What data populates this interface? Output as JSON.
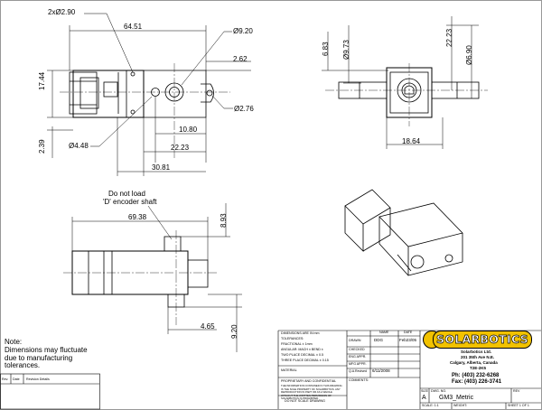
{
  "dimensions": {
    "holes": "2xØ2.90",
    "length_top": "64.51",
    "boss_dia": "Ø9.20",
    "height_left": "17.44",
    "offset_262": "2.62",
    "hole_276": "Ø2.76",
    "dim_1080": "10.80",
    "dim_239": "2.39",
    "shaft_dia": "Ø4.48",
    "dim_2223_top": "22.23",
    "dim_3081": "30.81",
    "dim_683": "6.83",
    "dim_973": "Ø9.73",
    "dim_2223_side": "22.23",
    "dim_690": "Ø6.90",
    "dim_1864": "18.64",
    "dim_6938": "69.38",
    "dim_893": "8.93",
    "dim_465": "4.65",
    "dim_920": "9.20",
    "shaft_note_1": "Do not load",
    "shaft_note_2": "'D' encoder shaft"
  },
  "note": {
    "label": "Note:",
    "text": "Dimensions may fluctuate due to manufacturing tolerances."
  },
  "revision": {
    "rev": "Rev.",
    "date": "Date",
    "details": "Revision Details"
  },
  "title_block": {
    "tolerances_1": "DIMENSIONS ARE IN mm",
    "tolerances_2": "TOLERANCES:",
    "tolerances_3": "FRACTIONAL ± 1mm",
    "tolerances_4": "ANGULAR: MACH ± BEND ±",
    "tolerances_5": "TWO PLACE DECIMAL  ± 0.5",
    "tolerances_6": "THREE PLACE DECIMAL ± 0.15",
    "material": "MATERIAL",
    "proprietary": "PROPRIETARY AND CONFIDENTIAL",
    "prop_text": "THE INFORMATION CONTAINED IN THIS DRAWING IS THE SOLE PROPERTY OF SOLARBOTICS. ANY REPRODUCTION IN PART OR AS A WHOLE WITHOUT THE WRITTEN PERMISSION OF SOLARBOTICS IS PROHIBITED.",
    "do_not_scale": "DO NOT SCALE DRAWING",
    "name_hdr": "NAME",
    "date_hdr": "DATE",
    "drawn": "DRAWN",
    "drawn_name": "DDG",
    "drawn_date": "Feb23/05",
    "checked": "CHECKED",
    "eng_appr": "ENG APPR.",
    "mfg_appr": "MFG APPR.",
    "qa": "Q.A.",
    "comments": "COMMENTS:",
    "revised": "Revised",
    "revised_date": "6/11/2008",
    "company": "Solarbotics Ltd.",
    "address_1": "201 35th Ave N.E.",
    "address_2": "Calgary, Alberta, Canada",
    "postal": "T2E-2K5",
    "phone": "Ph: (403) 232-6268",
    "fax": "Fax: (403) 226-3741",
    "size_label": "SIZE",
    "size_value": "A",
    "dwg_no_label": "DWG. NO.",
    "dwg_no": "GM3_Metric",
    "rev_label": "REV",
    "scale_label": "SCALE: 1:1",
    "weight_label": "WEIGHT:",
    "sheet_label": "SHEET 1 OF 1"
  },
  "logo": {
    "text": "SOLARBOTICS"
  }
}
